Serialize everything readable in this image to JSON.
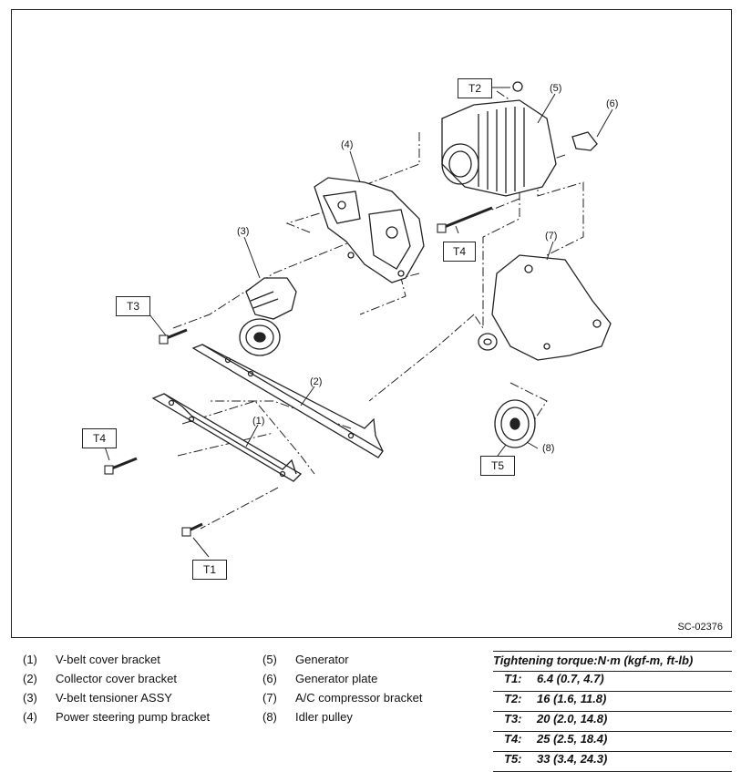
{
  "diagram": {
    "callouts": {
      "c1": "(1)",
      "c2": "(2)",
      "c3": "(3)",
      "c4": "(4)",
      "c5": "(5)",
      "c6": "(6)",
      "c7": "(7)",
      "c8": "(8)"
    },
    "torque_tags": {
      "t1": "T1",
      "t2": "T2",
      "t3": "T3",
      "t4a": "T4",
      "t4b": "T4",
      "t5": "T5"
    },
    "figure_code": "SC-02376"
  },
  "legend": {
    "left": [
      {
        "num": "(1)",
        "label": "V-belt cover bracket"
      },
      {
        "num": "(2)",
        "label": "Collector cover bracket"
      },
      {
        "num": "(3)",
        "label": "V-belt tensioner ASSY"
      },
      {
        "num": "(4)",
        "label": "Power steering pump bracket"
      }
    ],
    "right": [
      {
        "num": "(5)",
        "label": "Generator"
      },
      {
        "num": "(6)",
        "label": "Generator plate"
      },
      {
        "num": "(7)",
        "label": "A/C compressor bracket"
      },
      {
        "num": "(8)",
        "label": "Idler pulley"
      }
    ]
  },
  "torque": {
    "heading": "Tightening torque:N·m (kgf-m, ft-lb)",
    "rows": [
      {
        "key": "T1:",
        "value": "6.4 (0.7, 4.7)"
      },
      {
        "key": "T2:",
        "value": "16 (1.6, 11.8)"
      },
      {
        "key": "T3:",
        "value": "20 (2.0, 14.8)"
      },
      {
        "key": "T4:",
        "value": "25 (2.5, 18.4)"
      },
      {
        "key": "T5:",
        "value": "33 (3.4, 24.3)"
      }
    ]
  }
}
